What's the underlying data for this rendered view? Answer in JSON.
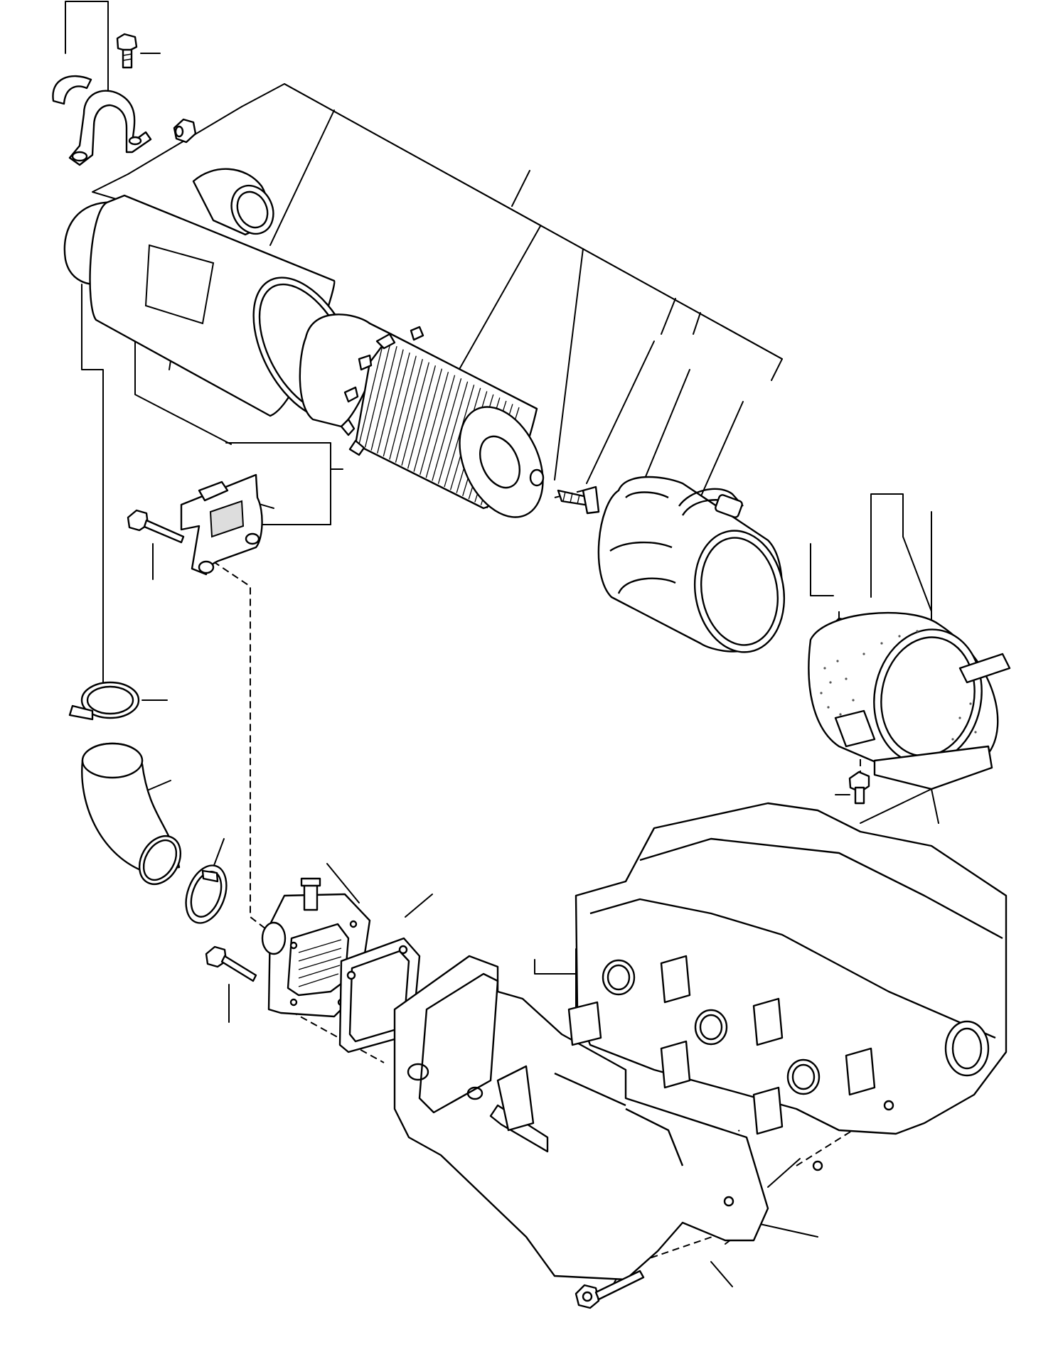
{
  "figure": {
    "kind": "exploded parts diagram",
    "labels": []
  },
  "parts": [
    {
      "id": "tube-clamp-band",
      "icon": "clamp-band-icon"
    },
    {
      "id": "u-bracket",
      "icon": "u-bracket-icon"
    },
    {
      "id": "bolt-top",
      "icon": "bolt-icon"
    },
    {
      "id": "nut-top",
      "icon": "nut-icon"
    },
    {
      "id": "air-cleaner-housing",
      "icon": "canister-icon"
    },
    {
      "id": "filter-element",
      "icon": "filter-element-icon"
    },
    {
      "id": "wing-nut",
      "icon": "wing-nut-icon"
    },
    {
      "id": "end-cap",
      "icon": "cap-icon"
    },
    {
      "id": "mounting-bracket",
      "icon": "bracket-icon"
    },
    {
      "id": "indicator-bracket",
      "icon": "bracket-icon"
    },
    {
      "id": "hose-clamp",
      "icon": "hose-clamp-icon"
    },
    {
      "id": "elbow-hose",
      "icon": "elbow-hose-icon"
    },
    {
      "id": "heater-plate",
      "icon": "heater-icon"
    },
    {
      "id": "gasket",
      "icon": "gasket-icon"
    },
    {
      "id": "intake-manifold",
      "icon": "manifold-icon"
    },
    {
      "id": "cylinder-head",
      "icon": "engine-block-icon"
    },
    {
      "id": "manifold-bolt",
      "icon": "bolt-icon"
    }
  ]
}
